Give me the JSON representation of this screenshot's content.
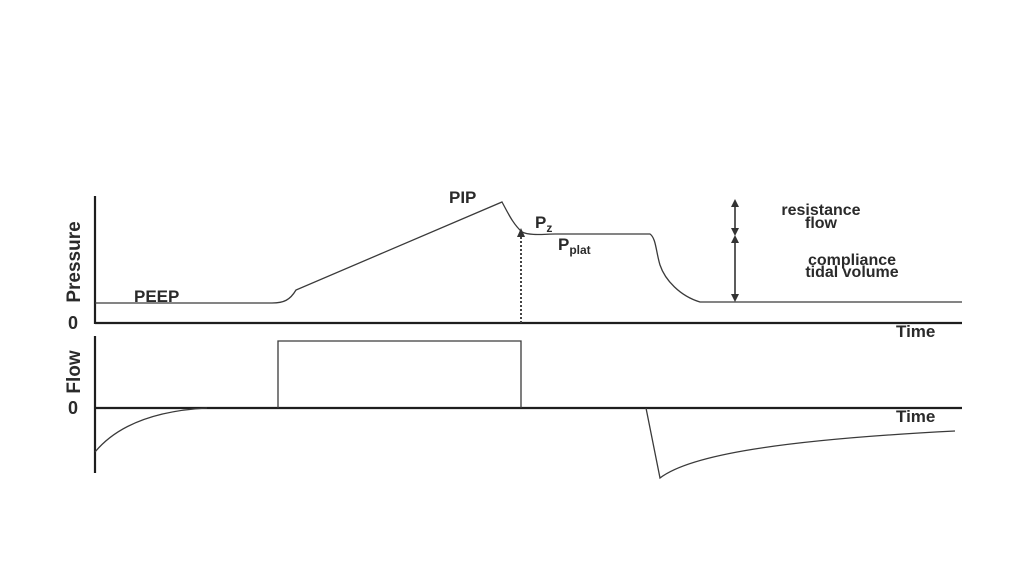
{
  "pressure_panel": {
    "axis_label": "Pressure",
    "zero_label": "0",
    "time_label": "Time",
    "labels": {
      "peep": "PEEP",
      "pip": "PIP",
      "pz_main": "P",
      "pz_sub": "z",
      "pplat_main": "P",
      "pplat_sub": "plat"
    },
    "annotations": {
      "resistance": "resistance",
      "flow": "flow",
      "compliance": "compliance",
      "tidal_volume": "tidal volume"
    }
  },
  "flow_panel": {
    "axis_label": "Flow",
    "zero_label": "0",
    "time_label": "Time"
  }
}
